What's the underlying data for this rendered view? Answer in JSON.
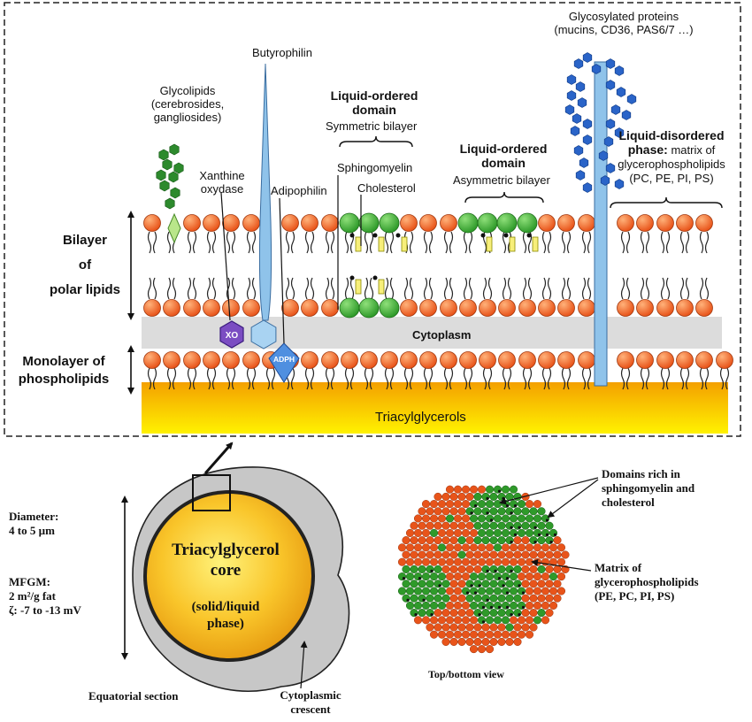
{
  "labels": {
    "glycolipids": [
      "Glycolipids",
      "(cerebrosides,",
      "gangliosides)"
    ],
    "butyrophilin": "Butyrophilin",
    "xanthine_oxidase": [
      "Xanthine",
      "oxydase"
    ],
    "adipophilin": "Adipophilin",
    "lo_domain_sym_title": [
      "Liquid-ordered",
      "domain"
    ],
    "lo_domain_sym_sub": "Symmetric bilayer",
    "sphingomyelin": "Sphingomyelin",
    "cholesterol": "Cholesterol",
    "lo_domain_asym_title": [
      "Liquid-ordered",
      "domain"
    ],
    "lo_domain_asym_sub": "Asymmetric bilayer",
    "glycosylated_proteins": [
      "Glycosylated proteins",
      "(mucins, CD36, PAS6/7 …)"
    ],
    "ld_phase_bold1": "Liquid-disordered",
    "ld_phase_bold2": "phase:",
    "ld_phase_rest2": " matrix of",
    "ld_phase_rest3": "glycerophospholipids",
    "ld_phase_rest4": "(PC, PE, PI, PS)",
    "bilayer": [
      "Bilayer",
      "of",
      "polar lipids"
    ],
    "monolayer": [
      "Monolayer of",
      "phospholipids"
    ],
    "cytoplasm": "Cytoplasm",
    "triacylglycerols": "Triacylglycerols",
    "xo": "XO",
    "adph": "ADPH",
    "diameter": [
      "Diameter:",
      "4 to 5 µm"
    ],
    "mfgm": [
      "MFGM:",
      "2 m²/g fat",
      "ζ: -7 to -13 mV"
    ],
    "core": [
      "Triacylglycerol",
      "core"
    ],
    "core_phase": [
      "(solid/liquid",
      "phase)"
    ],
    "equatorial": "Equatorial section",
    "crescent": [
      "Cytoplasmic",
      "crescent"
    ],
    "domains_rich": [
      "Domains rich in",
      "sphingomyelin and",
      "cholesterol"
    ],
    "matrix": [
      "Matrix of",
      "glycerophospholipids",
      "(PE, PC, PI, PS)"
    ],
    "top_bottom": "Top/bottom view"
  },
  "colors": {
    "head_orange": "#e8541a",
    "head_green": "#2f9a2a",
    "protein_blue": "#8fc3ea",
    "xo_purple": "#7b4dc2",
    "adph_blue": "#4f8fe0",
    "sugar_green": "#2d8a2d",
    "sugar_blue": "#2a64c8",
    "tag_yellow": "#f5c400",
    "cytoplasm_gray": "#dcdcdc",
    "core_gold": "#f2b51c"
  }
}
